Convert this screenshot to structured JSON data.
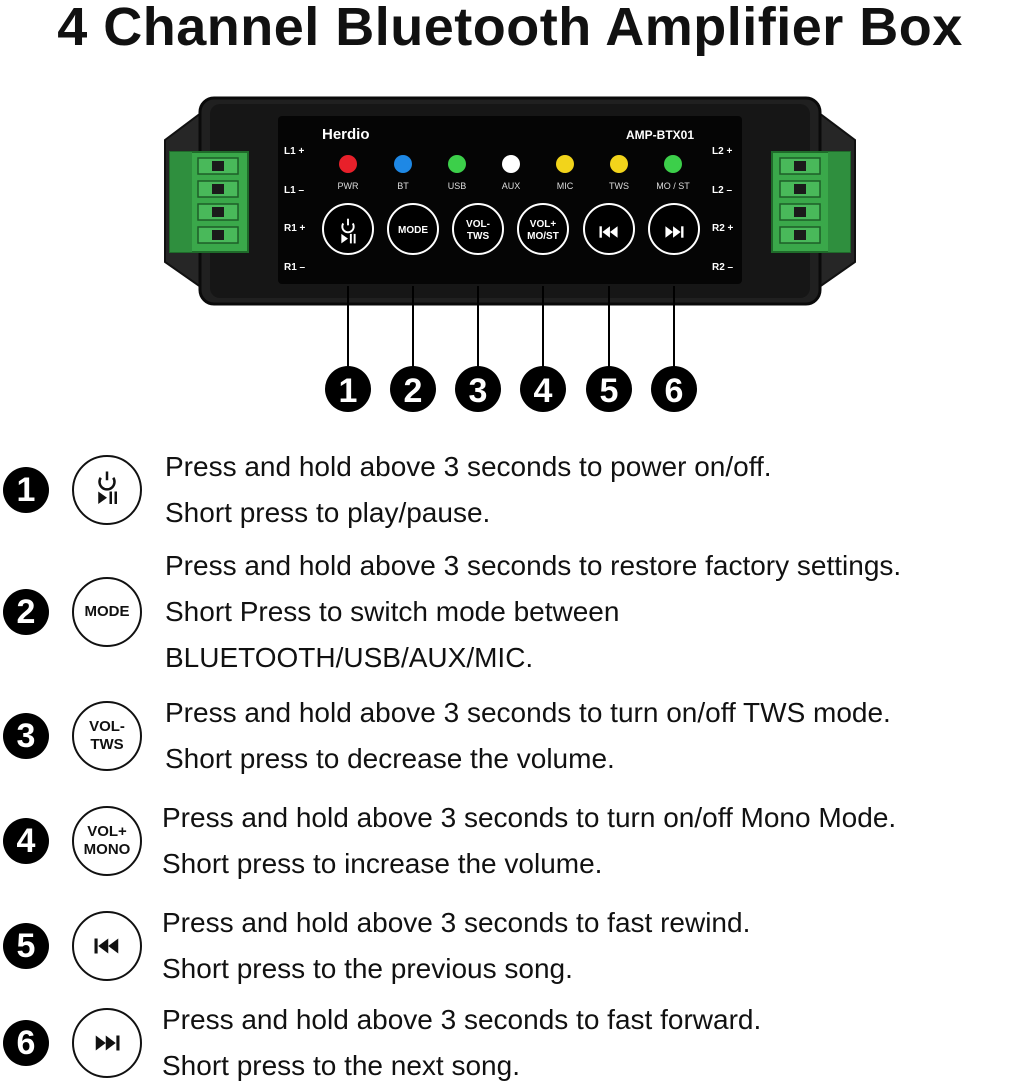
{
  "title": "4 Channel Bluetooth Amplifier Box",
  "device": {
    "brand": "Herdio",
    "model": "AMP-BTX01",
    "left_terminals": [
      "L1 +",
      "L1 –",
      "R1 +",
      "R1 –"
    ],
    "right_terminals": [
      "L2 +",
      "L2 –",
      "R2 +",
      "R2 –"
    ],
    "leds": [
      {
        "label": "PWR",
        "color": "#e8202a"
      },
      {
        "label": "BT",
        "color": "#1e88e5"
      },
      {
        "label": "USB",
        "color": "#3ccf4a"
      },
      {
        "label": "AUX",
        "color": "#ffffff"
      },
      {
        "label": "MIC",
        "color": "#f2d41b"
      },
      {
        "label": "TWS",
        "color": "#f2d41b"
      },
      {
        "label": "MO / ST",
        "color": "#3ccf4a"
      }
    ],
    "buttons": [
      {
        "icon": "power-play-pause-icon",
        "label": ""
      },
      {
        "icon": "",
        "label": "MODE"
      },
      {
        "icon": "",
        "label": "VOL-\nTWS"
      },
      {
        "icon": "",
        "label": "VOL+\nMO/ST"
      },
      {
        "icon": "previous-track-icon",
        "label": ""
      },
      {
        "icon": "next-track-icon",
        "label": ""
      }
    ],
    "callout_numbers": [
      "1",
      "2",
      "3",
      "4",
      "5",
      "6"
    ]
  },
  "legend": [
    {
      "number": "1",
      "icon": "power-play-pause-icon",
      "button_label": "",
      "lines": [
        "Press and hold above 3 seconds to power on/off.",
        "Short press to play/pause."
      ]
    },
    {
      "number": "2",
      "icon": "",
      "button_label": "MODE",
      "lines": [
        "Press and hold above 3 seconds to restore factory settings.",
        "Short Press to switch mode between",
        "BLUETOOTH/USB/AUX/MIC."
      ]
    },
    {
      "number": "3",
      "icon": "",
      "button_label": "VOL-\nTWS",
      "lines": [
        "Press and hold above 3 seconds to turn on/off TWS mode.",
        "Short press to decrease the volume."
      ]
    },
    {
      "number": "4",
      "icon": "",
      "button_label": "VOL+\nMONO",
      "lines": [
        "Press and hold above 3 seconds to turn on/off Mono Mode.",
        "Short press to increase the volume."
      ]
    },
    {
      "number": "5",
      "icon": "previous-track-icon",
      "button_label": "",
      "lines": [
        "Press and hold above 3 seconds to fast rewind.",
        "Short press to the previous song."
      ]
    },
    {
      "number": "6",
      "icon": "next-track-icon",
      "button_label": "",
      "lines": [
        "Press and hold above 3 seconds to fast forward.",
        "Short press to the next song."
      ]
    }
  ],
  "colors": {
    "case": "#1c1c1c",
    "panel": "#050505",
    "terminal_green": "#3aa84a",
    "badge": "#000000"
  }
}
